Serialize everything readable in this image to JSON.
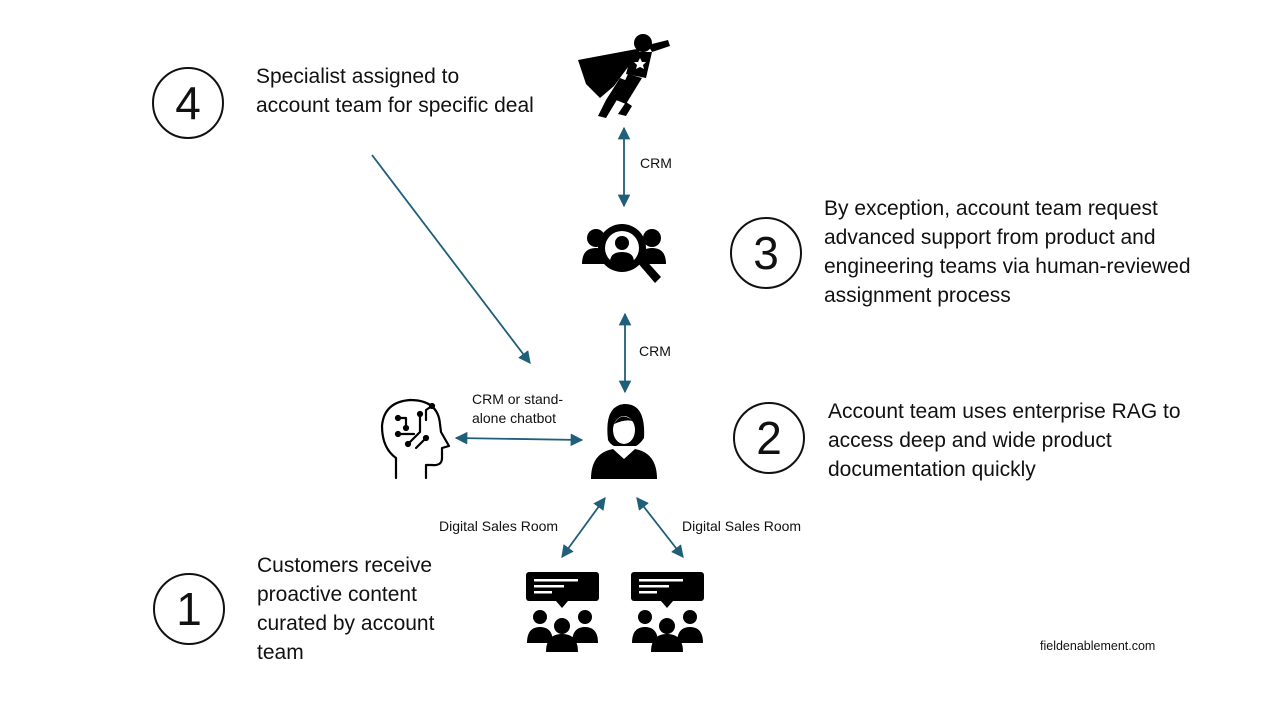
{
  "steps": [
    {
      "number": "4",
      "text": "Specialist assigned to account team for specific deal"
    },
    {
      "number": "3",
      "text": "By exception, account team request advanced support from product and engineering teams via human-reviewed assignment process"
    },
    {
      "number": "2",
      "text": "Account team uses enterprise RAG to access deep and wide product documentation quickly"
    },
    {
      "number": "1",
      "text": "Customers receive proactive content curated by account team"
    }
  ],
  "connections": {
    "specialist_to_team": "CRM",
    "team_to_rep": "CRM",
    "rep_to_chatbot_line1": "CRM or stand-",
    "rep_to_chatbot_line2": "alone chatbot",
    "customers_left": "Digital Sales Room",
    "customers_right": "Digital Sales Room"
  },
  "icons": {
    "specialist": "superhero-icon",
    "team": "team-search-icon",
    "rep": "account-rep-icon",
    "ai": "ai-brain-head-icon",
    "customers": "customer-chat-group-icon"
  },
  "colors": {
    "arrow": "#1f5f7a",
    "icon": "#000000",
    "text": "#111111"
  },
  "footer": {
    "site": "fieldenablement.com"
  }
}
